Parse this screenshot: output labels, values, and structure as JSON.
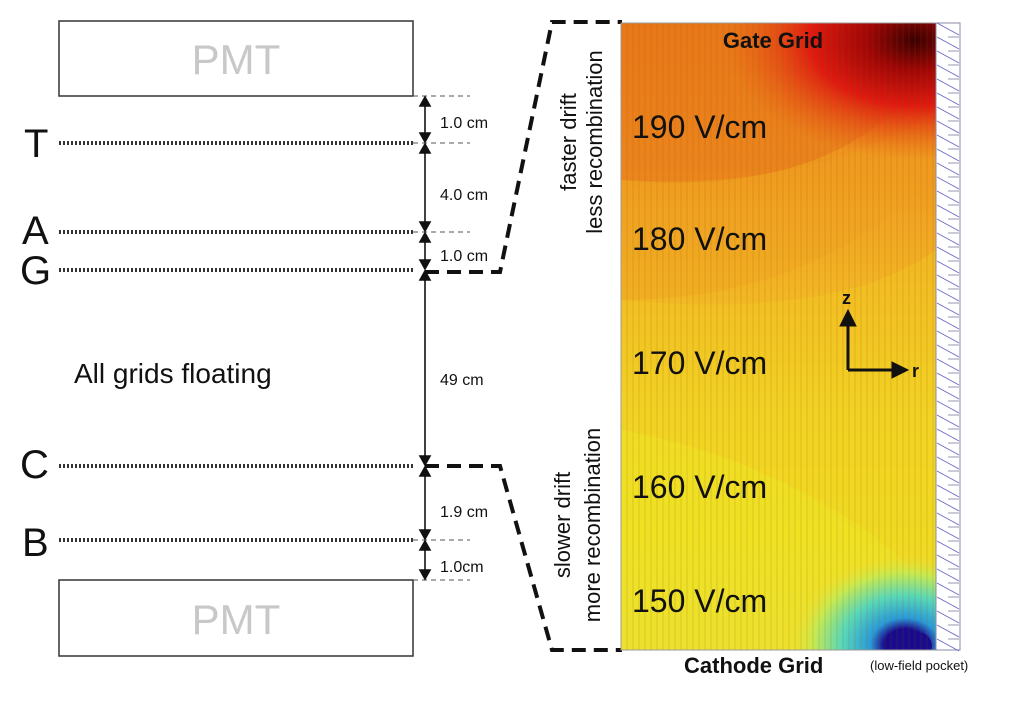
{
  "pmt_top": {
    "label": "PMT"
  },
  "pmt_bottom": {
    "label": "PMT"
  },
  "grids": [
    {
      "letter": "T"
    },
    {
      "letter": "A"
    },
    {
      "letter": "G"
    },
    {
      "letter": "C"
    },
    {
      "letter": "B"
    }
  ],
  "spacings": [
    {
      "label": "1.0 cm"
    },
    {
      "label": "4.0 cm"
    },
    {
      "label": "1.0 cm"
    },
    {
      "label": "49 cm"
    },
    {
      "label": "1.9 cm"
    },
    {
      "label": "1.0cm"
    }
  ],
  "note": "All grids floating",
  "field_map": {
    "top_label": "Gate Grid",
    "bottom_label": "Cathode Grid",
    "bottom_note": "(low-field pocket)",
    "left_top_line1": "faster drift",
    "left_top_line2": "less recombination",
    "left_bottom_line1": "slower drift",
    "left_bottom_line2": "more recombination",
    "field_values": [
      "190 V/cm",
      "180 V/cm",
      "170 V/cm",
      "160 V/cm",
      "150 V/cm"
    ],
    "axis_z": "z",
    "axis_r": "r",
    "colors": {
      "high": "#d91a0e",
      "orange": "#f08a1c",
      "yellow": "#f2e21e",
      "low": "#3fd0d0",
      "pocket": "#1a0a8c"
    }
  }
}
